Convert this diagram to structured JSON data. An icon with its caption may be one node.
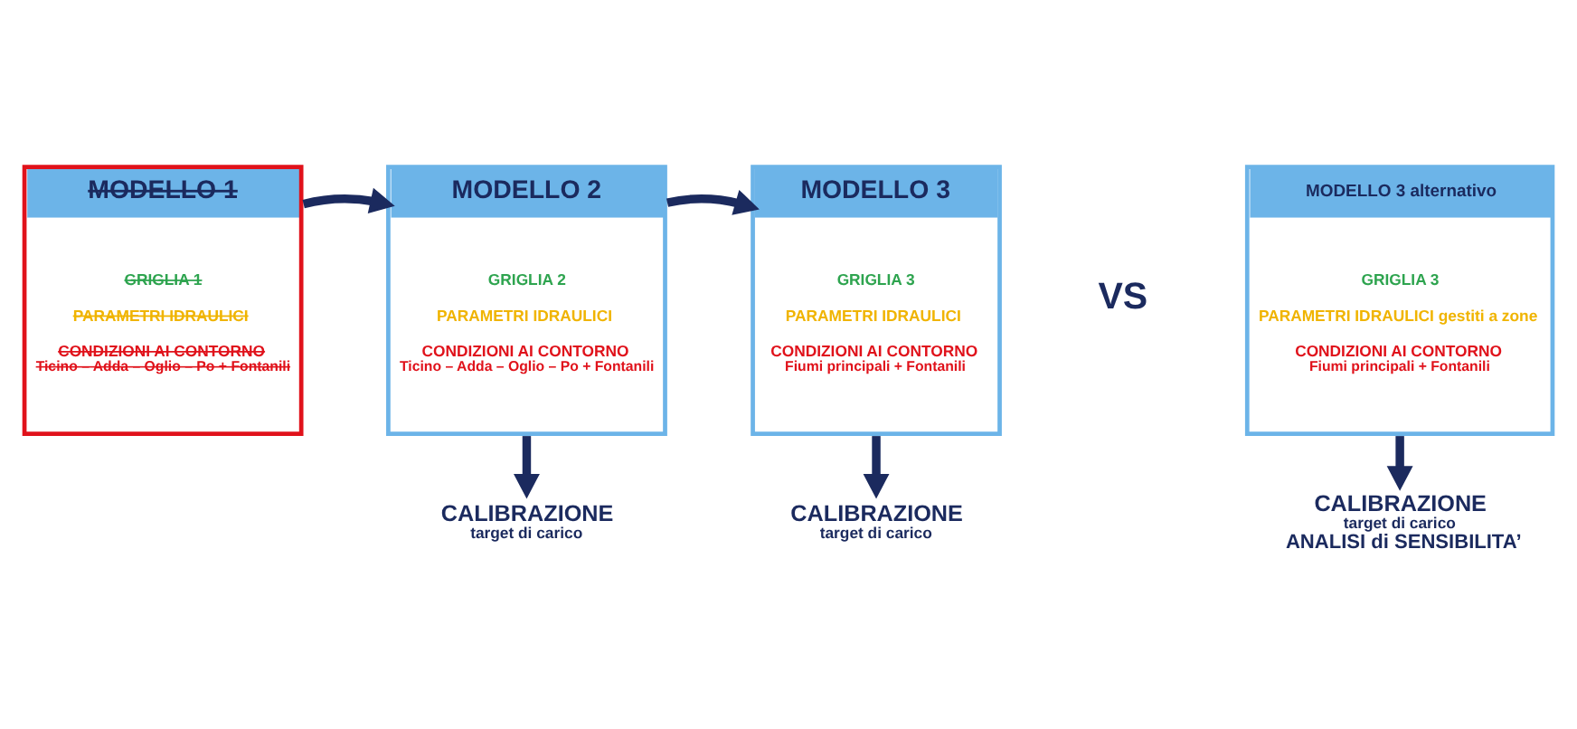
{
  "diagram": {
    "nodes": [
      {
        "text": [
          "MODELLO 1",
          "GRIGLIA 1",
          "PARAMETRI IDRAULICI",
          "CONDIZIONI AI CONTORNO",
          "Ticino – Adda – Oglio – Po + Fontanili"
        ]
      },
      {
        "text": [
          "MODELLO 2",
          "GRIGLIA 2",
          "PARAMETRI IDRAULICI",
          "CONDIZIONI AI CONTORNO",
          "Ticino – Adda – Oglio – Po + Fontanili"
        ]
      },
      {
        "text": [
          "MODELLO 3",
          "GRIGLIA 3",
          "PARAMETRI IDRAULICI",
          "CONDIZIONI AI CONTORNO",
          "Fiumi principali + Fontanili"
        ]
      },
      {
        "text": [
          "MODELLO 3 alternativo",
          "GRIGLIA 3",
          "PARAMETRI IDRAULICI gestiti a zone",
          "CONDIZIONI AI CONTORNO",
          "Fiumi principali + Fontanili"
        ]
      },
      {
        "text": [
          "CALIBRAZIONE",
          "target di carico"
        ]
      },
      {
        "text": [
          "CALIBRAZIONE",
          "target di carico"
        ]
      },
      {
        "text": [
          "CALIBRAZIONE",
          "target di carico",
          "ANALISI di SENSIBILITA’"
        ]
      }
    ],
    "edges": [
      {
        "from": 0,
        "to": 1,
        "arrow": "to"
      },
      {
        "from": 1,
        "to": 2,
        "arrow": "to"
      },
      {
        "from": 1,
        "to": 4,
        "arrow": "to"
      },
      {
        "from": 2,
        "to": 5,
        "arrow": "to"
      },
      {
        "from": 3,
        "to": 6,
        "arrow": "to"
      }
    ],
    "labels": [
      "VS"
    ]
  }
}
